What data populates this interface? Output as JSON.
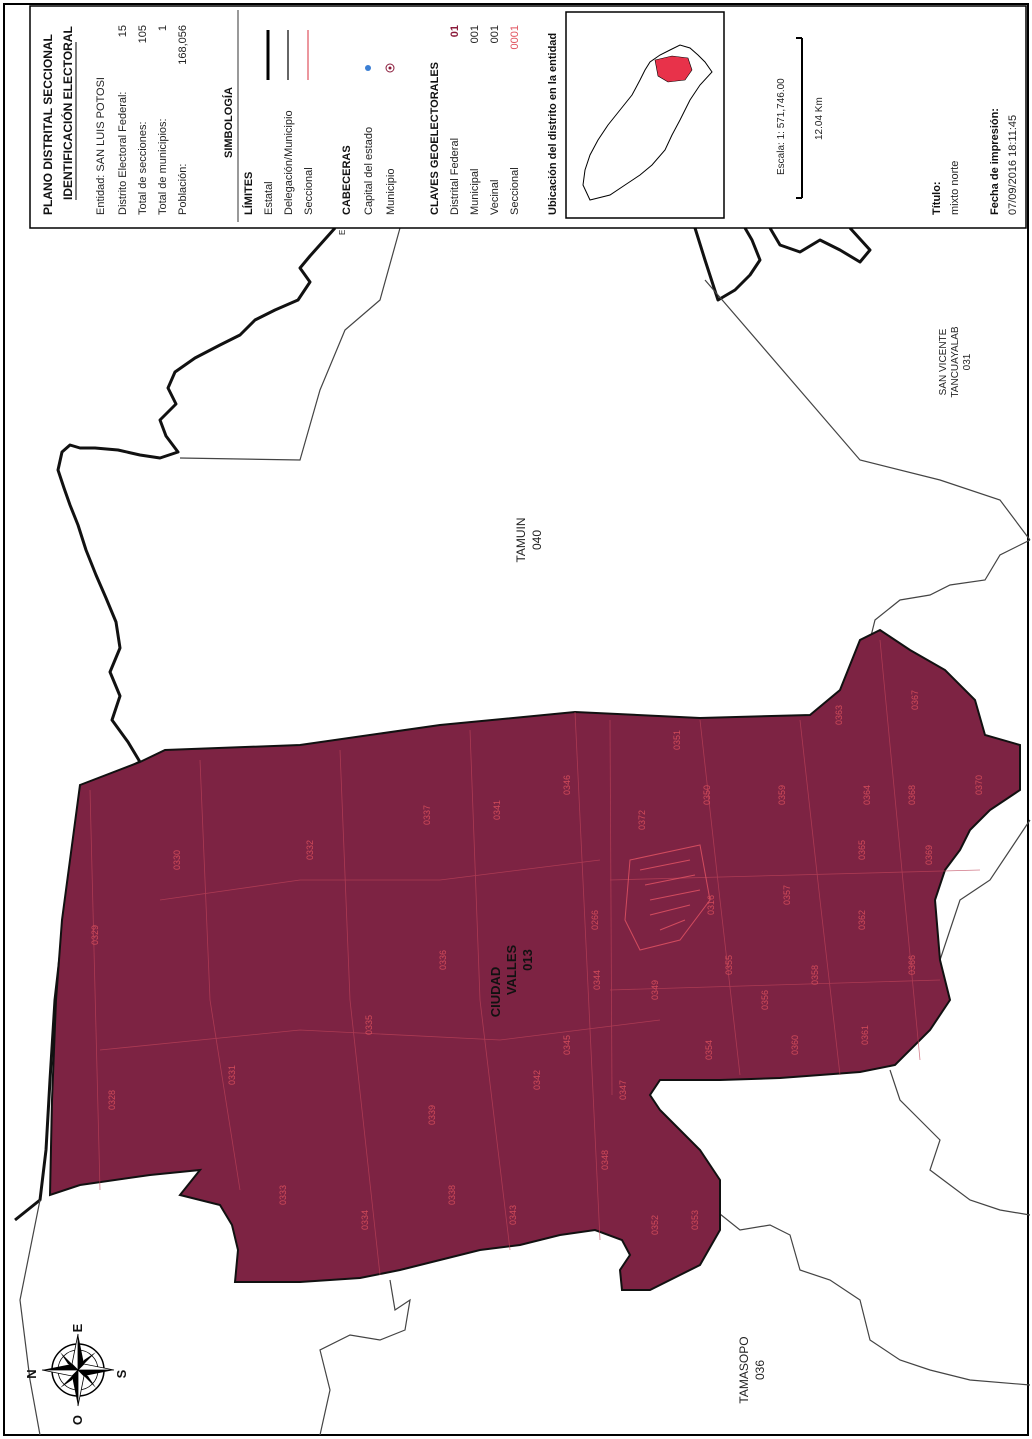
{
  "legend": {
    "title_line1": "PLANO DISTRITAL SECCIONAL",
    "title_line2": "IDENTIFICACIÓN ELECTORAL",
    "entidad_label": "Entidad: SAN LUIS POTOSI",
    "distrito_label": "Distrito Electoral Federal:",
    "distrito_value": "15",
    "secciones_label": "Total de secciones:",
    "secciones_value": "105",
    "municipios_label": "Total de municipios:",
    "municipios_value": "1",
    "poblacion_label": "Población:",
    "poblacion_value": "168,056",
    "simbologia": "SIMBOLOGÍA",
    "limites": "LÍMITES",
    "estatal": "Estatal",
    "delegacion": "Delegación/Municipio",
    "seccional": "Seccional",
    "cabeceras": "CABECERAS",
    "capital": "Capital del estado",
    "municipio": "Municipio",
    "claves": "CLAVES GEOELECTORALES",
    "distrital": "Distrital Federal",
    "distrital_code": "01",
    "municipal": "Municipal",
    "municipal_code": "001",
    "vecinal": "Vecinal",
    "vecinal_code": "001",
    "seccional_clave": "Seccional",
    "seccional_code": "0001",
    "ubicacion": "Ubicación del distrito en la entidad",
    "escala": "Escala: 1: 571,746.00",
    "km": "12.04 Km",
    "titulo_label": "Título:",
    "titulo_value": "mixto norte",
    "fecha_label": "Fecha de impresión:",
    "fecha_value": "07/09/2016 18:11:45",
    "edge_letter": "E"
  },
  "compass": {
    "n": "N",
    "e": "E",
    "s": "S",
    "o": "O"
  },
  "municipalities": {
    "tamuin": {
      "name": "TAMUIN",
      "code": "040"
    },
    "san_vicente": {
      "name_line1": "SAN VICENTE",
      "name_line2": "TANCUAYALAB",
      "code": "031"
    },
    "tamasopo": {
      "name": "TAMASOPO",
      "code": "036"
    },
    "ciudad_valles": {
      "line1": "CIUDAD",
      "line2": "VALLES",
      "code": "013"
    }
  },
  "sections": [
    "0329",
    "0330",
    "0328",
    "0331",
    "0332",
    "0333",
    "0334",
    "0335",
    "0336",
    "0337",
    "0338",
    "0339",
    "0341",
    "0342",
    "0343",
    "0344",
    "0345",
    "0346",
    "0347",
    "0348",
    "0349",
    "0350",
    "0351",
    "0352",
    "0353",
    "0354",
    "0355",
    "0356",
    "0357",
    "0358",
    "0359",
    "0360",
    "0361",
    "0362",
    "0363",
    "0364",
    "0365",
    "0366",
    "0367",
    "0368",
    "0369",
    "0370",
    "0372",
    "0266",
    "0316"
  ],
  "colors": {
    "district_fill": "#7d2343",
    "district_line": "#c0445a",
    "state_border": "#111111",
    "municipal_border": "#333333",
    "capital_dot": "#3b7fd4",
    "municipio_dot": "#8a1a3a",
    "locator_fill": "#e8324a",
    "seccional_red": "#e0525e"
  }
}
